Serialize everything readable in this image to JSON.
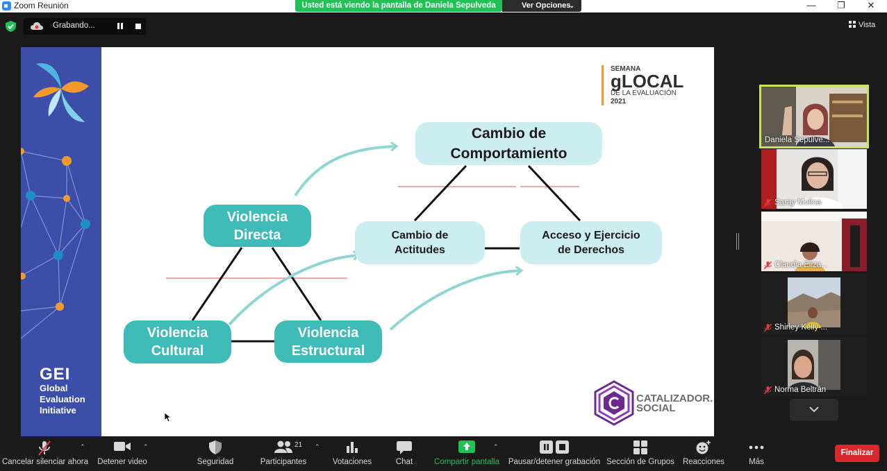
{
  "window": {
    "title": "Zoom Reunión",
    "share_banner": "Usted está viendo la pantalla de Daniela Sepulveda",
    "view_options": "Ver Opciones"
  },
  "status": {
    "recording_label": "Grabando...",
    "view_label": "Vista"
  },
  "slide": {
    "brand_top": {
      "line1": "SEMANA",
      "line2": "gLOCAL",
      "line3": "DE LA EVALUACIÓN",
      "line4": "2021"
    },
    "gei": {
      "mark": "GEI",
      "line1": "Global",
      "line2": "Evaluation",
      "line3": "Initiative"
    },
    "catalizador": {
      "line1": "CATALIZADOR.",
      "line2": "SOCIAL"
    },
    "boxes": {
      "directa": "Violencia\nDirecta",
      "cultural": "Violencia\nCultural",
      "estructural": "Violencia\nEstructural",
      "comportamiento": "Cambio de\nComportamiento",
      "actitudes": "Cambio de\nActitudes",
      "derechos": "Acceso y Ejercicio\nde Derechos"
    },
    "colors": {
      "sidebar": "#3d4ea8",
      "teal": "#3fbcb8",
      "light_teal": "#cdeef0",
      "arrow": "#8fd6d3",
      "red_line": "#e88b8b"
    }
  },
  "participants": [
    {
      "name": "Daniela Sepulve...",
      "muted": false,
      "active": true
    },
    {
      "name": "Saray Molina",
      "muted": true,
      "active": false
    },
    {
      "name": "Claudia Eliza...",
      "muted": true,
      "active": false
    },
    {
      "name": "Shirley Kelly ...",
      "muted": true,
      "active": false
    },
    {
      "name": "Norma Beltrán",
      "muted": true,
      "active": false
    }
  ],
  "toolbar": {
    "unmute": "Cancelar silenciar ahora",
    "stop_video": "Detener video",
    "security": "Seguridad",
    "participants": "Participantes",
    "participants_count": "21",
    "polls": "Votaciones",
    "chat": "Chat",
    "share": "Compartir pantalla",
    "record": "Pausar/detener grabación",
    "breakout": "Sección de Grupos",
    "reactions": "Reacciones",
    "more": "Más",
    "end": "Finalizar"
  }
}
